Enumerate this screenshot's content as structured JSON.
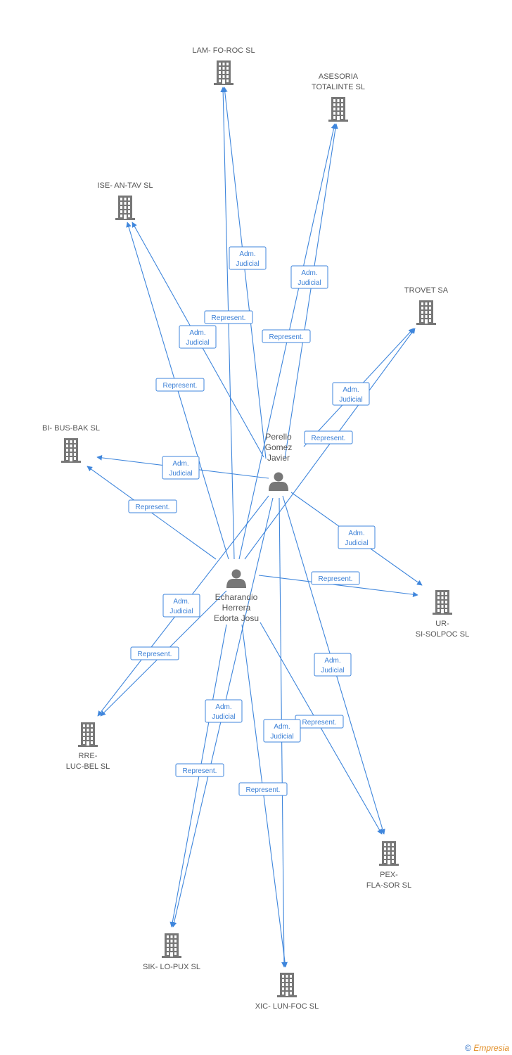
{
  "colors": {
    "edge": "#3f86dc",
    "node_icon": "#777777",
    "label": "#555555",
    "brand": "#e08a1e"
  },
  "nodes": [
    {
      "id": "lam",
      "type": "company",
      "lines": [
        "LAM- FO-ROC SL"
      ]
    },
    {
      "id": "ase",
      "type": "company",
      "lines": [
        "ASESORIA",
        "TOTALINTE SL"
      ]
    },
    {
      "id": "ise",
      "type": "company",
      "lines": [
        "ISE- AN-TAV SL"
      ]
    },
    {
      "id": "tro",
      "type": "company",
      "lines": [
        "TROVET SA"
      ]
    },
    {
      "id": "bib",
      "type": "company",
      "lines": [
        "BI- BUS-BAK SL"
      ]
    },
    {
      "id": "per",
      "type": "person",
      "lines": [
        "Perello",
        "Gomez",
        "Javier"
      ]
    },
    {
      "id": "ech",
      "type": "person",
      "lines": [
        "Echarandio",
        "Herrera",
        "Edorta Josu"
      ]
    },
    {
      "id": "urs",
      "type": "company",
      "lines": [
        "UR-",
        "SI-SOLPOC SL"
      ]
    },
    {
      "id": "rre",
      "type": "company",
      "lines": [
        "RRE-",
        "LUC-BEL SL"
      ]
    },
    {
      "id": "pex",
      "type": "company",
      "lines": [
        "PEX-",
        "FLA-SOR SL"
      ]
    },
    {
      "id": "sik",
      "type": "company",
      "lines": [
        "SIK- LO-PUX SL"
      ]
    },
    {
      "id": "xic",
      "type": "company",
      "lines": [
        "XIC- LUN-FOC SL"
      ]
    }
  ],
  "edges": [
    {
      "from": "per",
      "to": "lam",
      "label": [
        "Adm.",
        "Judicial"
      ]
    },
    {
      "from": "ech",
      "to": "lam",
      "label": [
        "Represent."
      ]
    },
    {
      "from": "per",
      "to": "ase",
      "label": [
        "Adm.",
        "Judicial"
      ]
    },
    {
      "from": "ech",
      "to": "ase",
      "label": [
        "Represent."
      ]
    },
    {
      "from": "per",
      "to": "ise",
      "label": [
        "Adm.",
        "Judicial"
      ]
    },
    {
      "from": "ech",
      "to": "ise",
      "label": [
        "Represent."
      ]
    },
    {
      "from": "per",
      "to": "tro",
      "label": [
        "Adm.",
        "Judicial"
      ]
    },
    {
      "from": "ech",
      "to": "tro",
      "label": [
        "Represent."
      ]
    },
    {
      "from": "per",
      "to": "bib",
      "label": [
        "Adm.",
        "Judicial"
      ]
    },
    {
      "from": "ech",
      "to": "bib",
      "label": [
        "Represent."
      ]
    },
    {
      "from": "per",
      "to": "urs",
      "label": [
        "Adm.",
        "Judicial"
      ]
    },
    {
      "from": "ech",
      "to": "urs",
      "label": [
        "Represent."
      ]
    },
    {
      "from": "per",
      "to": "rre",
      "label": [
        "Adm.",
        "Judicial"
      ]
    },
    {
      "from": "ech",
      "to": "rre",
      "label": [
        "Represent."
      ]
    },
    {
      "from": "per",
      "to": "pex",
      "label": [
        "Adm.",
        "Judicial"
      ]
    },
    {
      "from": "ech",
      "to": "pex",
      "label": [
        "Represent."
      ]
    },
    {
      "from": "per",
      "to": "sik",
      "label": [
        "Adm.",
        "Judicial"
      ]
    },
    {
      "from": "ech",
      "to": "sik",
      "label": [
        "Represent."
      ]
    },
    {
      "from": "per",
      "to": "xic",
      "label": [
        "Adm.",
        "Judicial"
      ]
    },
    {
      "from": "ech",
      "to": "xic",
      "label": [
        "Represent."
      ]
    }
  ],
  "footer": {
    "copyright": "©",
    "brand": "Empresia"
  }
}
